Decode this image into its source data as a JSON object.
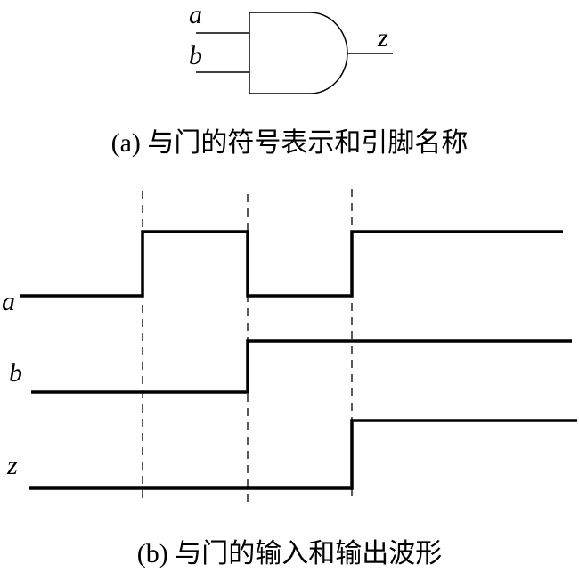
{
  "gate": {
    "type": "AND",
    "inputs": [
      "a",
      "b"
    ],
    "output": "z"
  },
  "captions": {
    "a": "(a) 与门的符号表示和引脚名称",
    "b": "(b) 与门的输入和输出波形"
  },
  "waveforms": {
    "signals": [
      {
        "name": "a",
        "levels": [
          0,
          1,
          0,
          1
        ]
      },
      {
        "name": "b",
        "levels": [
          0,
          0,
          1,
          1
        ]
      },
      {
        "name": "z",
        "levels": [
          0,
          0,
          0,
          1
        ]
      }
    ]
  },
  "colors": {
    "line": "#000000"
  }
}
